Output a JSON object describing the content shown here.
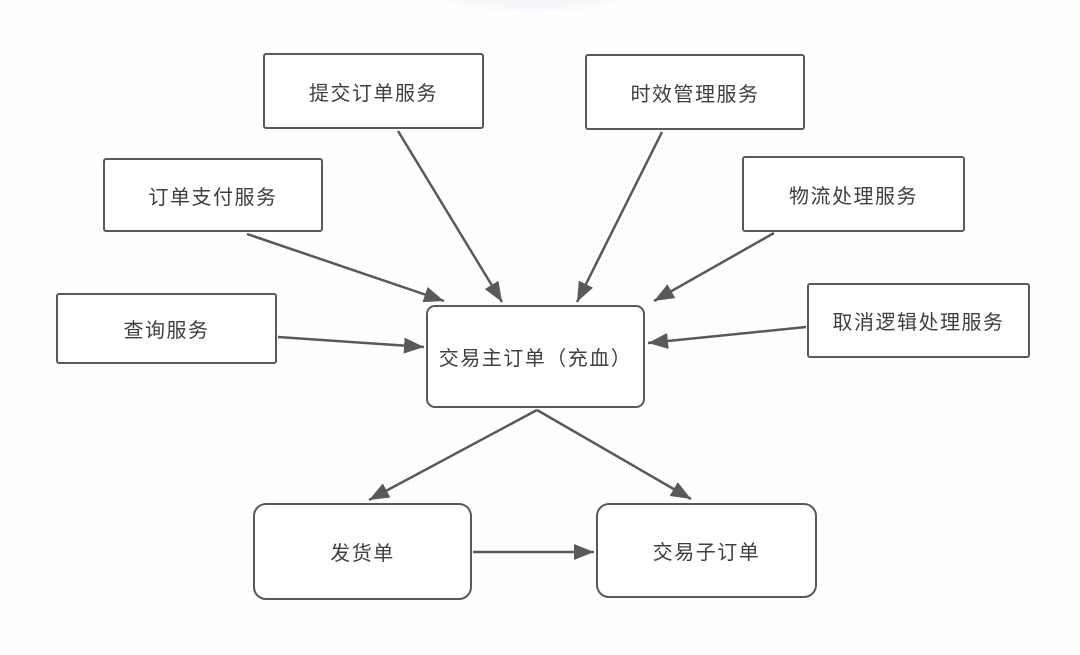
{
  "diagram": {
    "description": "service-to-domain-model flow diagram",
    "colors": {
      "line": "#595959",
      "node_border": "#595959",
      "node_fill": "#ffffff",
      "text": "#3f3f3f",
      "background": "#fefefe"
    },
    "nodes": {
      "submit_order": {
        "label": "提交订单服务"
      },
      "time_management": {
        "label": "时效管理服务"
      },
      "order_payment": {
        "label": "订单支付服务"
      },
      "logistics": {
        "label": "物流处理服务"
      },
      "query": {
        "label": "查询服务"
      },
      "cancel_logic": {
        "label": "取消逻辑处理服务"
      },
      "main_order": {
        "label": "交易主订单（充血）"
      },
      "shipping_order": {
        "label": "发货单"
      },
      "sub_order": {
        "label": "交易子订单"
      }
    },
    "edges": [
      {
        "from": "submit_order",
        "to": "main_order"
      },
      {
        "from": "time_management",
        "to": "main_order"
      },
      {
        "from": "order_payment",
        "to": "main_order"
      },
      {
        "from": "logistics",
        "to": "main_order"
      },
      {
        "from": "query",
        "to": "main_order"
      },
      {
        "from": "cancel_logic",
        "to": "main_order"
      },
      {
        "from": "main_order",
        "to": "shipping_order"
      },
      {
        "from": "main_order",
        "to": "sub_order"
      },
      {
        "from": "shipping_order",
        "to": "sub_order"
      }
    ]
  }
}
